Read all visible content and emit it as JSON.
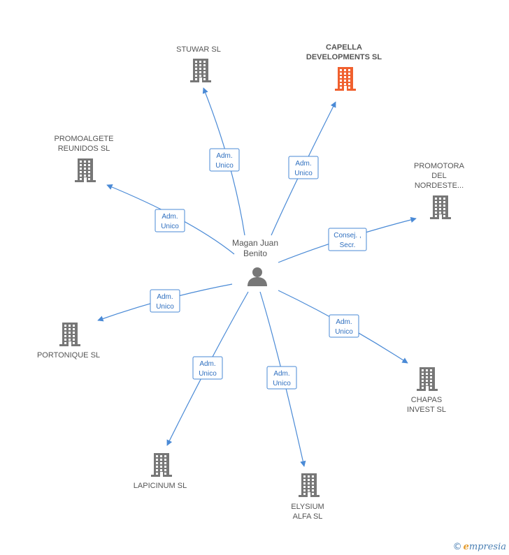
{
  "center": {
    "lines": [
      "Magan Juan",
      "Benito"
    ]
  },
  "colors": {
    "edge": "#4a8ad6",
    "company": "#777777",
    "highlight": "#f0602e",
    "person": "#777777"
  },
  "companies": [
    {
      "id": "stuwar",
      "lines": [
        "STUWAR SL"
      ],
      "role": [
        "Adm.",
        "Unico"
      ],
      "highlight": false
    },
    {
      "id": "capella",
      "lines": [
        "CAPELLA",
        "DEVELOPMENTS SL"
      ],
      "role": [
        "Adm.",
        "Unico"
      ],
      "highlight": true
    },
    {
      "id": "promotora",
      "lines": [
        "PROMOTORA",
        "DEL",
        "NORDESTE..."
      ],
      "role": [
        "Consej. ,",
        "Secr."
      ],
      "highlight": false
    },
    {
      "id": "chapas",
      "lines": [
        "CHAPAS",
        "INVEST SL"
      ],
      "role": [
        "Adm.",
        "Unico"
      ],
      "highlight": false
    },
    {
      "id": "elysium",
      "lines": [
        "ELYSIUM",
        "ALFA  SL"
      ],
      "role": [
        "Adm.",
        "Unico"
      ],
      "highlight": false
    },
    {
      "id": "lapicinum",
      "lines": [
        "LAPICINUM SL"
      ],
      "role": [
        "Adm.",
        "Unico"
      ],
      "highlight": false
    },
    {
      "id": "portonique",
      "lines": [
        "PORTONIQUE SL"
      ],
      "role": [
        "Adm.",
        "Unico"
      ],
      "highlight": false
    },
    {
      "id": "promoalgete",
      "lines": [
        "PROMOALGETE",
        "REUNIDOS SL"
      ],
      "role": [
        "Adm.",
        "Unico"
      ],
      "highlight": false
    }
  ],
  "footer": {
    "copyright": "©",
    "brand_initial": "e",
    "brand_rest": "mpresia"
  }
}
